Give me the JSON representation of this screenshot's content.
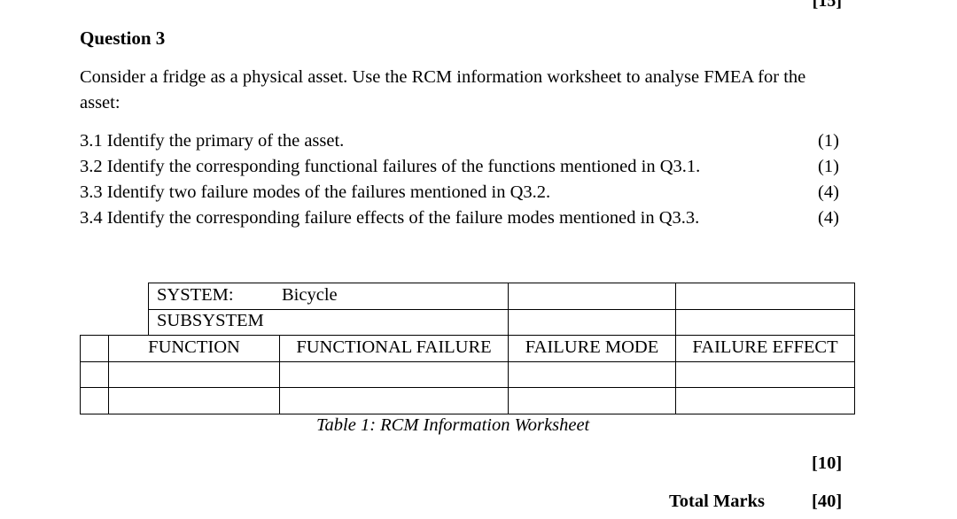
{
  "previous_marks": "[15]",
  "question": {
    "heading": "Question 3",
    "intro_line1": "Consider a fridge as a physical asset. Use the RCM information worksheet to analyse FMEA for the",
    "intro_line2": "asset:",
    "tasks": [
      {
        "text": "3.1 Identify the primary of the asset.",
        "marks": "(1)"
      },
      {
        "text": "3.2 Identify the corresponding functional failures of the functions mentioned in Q3.1.",
        "marks": "(1)"
      },
      {
        "text": "3.3 Identify two failure modes of the failures mentioned in Q3.2.",
        "marks": "(4)"
      },
      {
        "text": "3.4 Identify the corresponding failure effects of the failure modes mentioned in Q3.3.",
        "marks": "(4)"
      }
    ]
  },
  "worksheet": {
    "system_label": "SYSTEM:",
    "system_value": "Bicycle",
    "subsystem_label": "SUBSYSTEM",
    "columns": [
      "FUNCTION",
      "FUNCTIONAL FAILURE",
      "FAILURE MODE",
      "FAILURE EFFECT"
    ],
    "caption": "Table 1: RCM Information Worksheet"
  },
  "section_marks": "[10]",
  "total": {
    "label": "Total Marks",
    "value": "[40]"
  }
}
